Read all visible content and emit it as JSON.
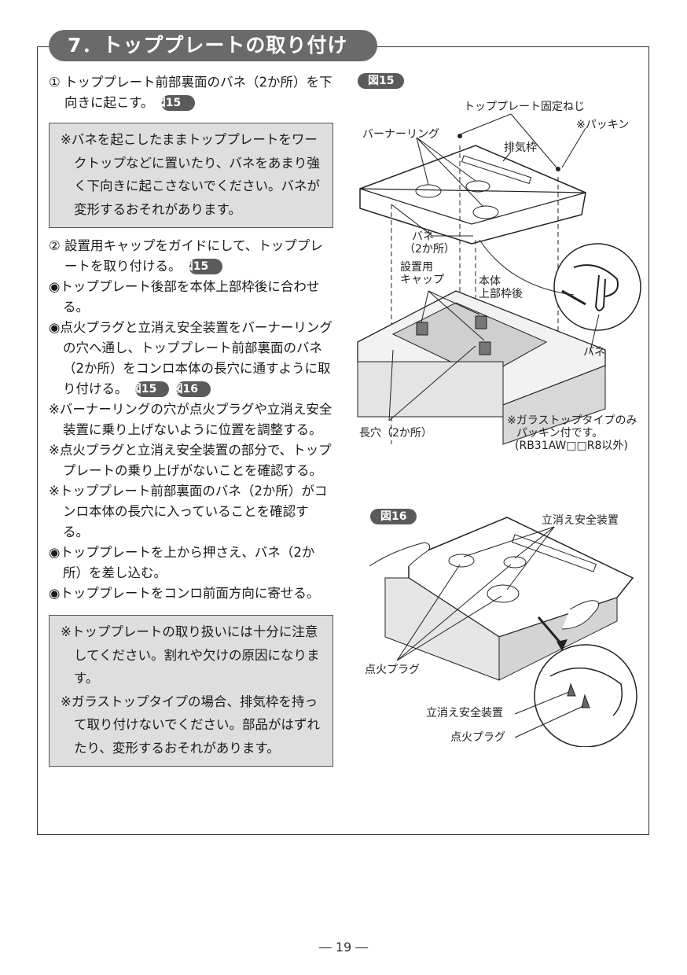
{
  "section": {
    "title": "7．トッププレートの取り付け"
  },
  "steps": {
    "step1": {
      "num": "①",
      "text": "トッププレート前部裏面のバネ（2か所）を下向きに起こす。",
      "fig": "図15"
    },
    "note1": "※バネを起こしたままトッププレートをワークトップなどに置いたり、バネをあまり強く下向きに起こさないでください。バネが変形するおそれがあります。",
    "step2": {
      "num": "②",
      "text": "設置用キャップをガイドにして、トッププレートを取り付ける。",
      "fig": "図15"
    },
    "bullets": [
      {
        "text": "◉トッププレート後部を本体上部枠後に合わせる。"
      },
      {
        "text": "◉点火プラグと立消え安全装置をバーナーリングの穴へ通し、トッププレート前部裏面のバネ（2か所）をコンロ本体の長穴に通すように取り付ける。",
        "figs": [
          "図15",
          "図16"
        ]
      },
      {
        "text": "※バーナーリングの穴が点火プラグや立消え安全装置に乗り上げないように位置を調整する。"
      },
      {
        "text": "※点火プラグと立消え安全装置の部分で、トッププレートの乗り上げがないことを確認する。"
      },
      {
        "text": "※トッププレート前部裏面のバネ（2か所）がコンロ本体の長穴に入っていることを確認する。"
      },
      {
        "text": "◉トッププレートを上から押さえ、バネ（2か所）を差し込む。"
      },
      {
        "text": "◉トッププレートをコンロ前面方向に寄せる。"
      }
    ],
    "note2": [
      "※トッププレートの取り扱いには十分に注意してください。割れや欠けの原因になります。",
      "※ガラストップタイプの場合、排気枠を持って取り付けないでください。部品がはずれたり、変形するおそれがあります。"
    ]
  },
  "figure15": {
    "label": "図15",
    "screw": "トッププレート固定ねじ",
    "packing": "※パッキン",
    "burner_ring": "バーナーリング",
    "exhaust": "排気枠",
    "spring_top": "バネ",
    "spring_top_count": "（2か所）",
    "cap_line1": "設置用",
    "cap_line2": "キャップ",
    "body_line1": "本体",
    "body_line2": "上部枠後",
    "spring_detail": "バネ",
    "slot": "長穴（2か所）",
    "glass_note_1": "※ガラストップタイプのみ",
    "glass_note_2": "パッキン付です。",
    "glass_note_3": "(RB31AW□□R8以外)"
  },
  "figure16": {
    "label": "図16",
    "safety_top": "立消え安全装置",
    "ignition_left": "点火プラグ",
    "safety_detail": "立消え安全装置",
    "ignition_detail": "点火プラグ"
  },
  "page": {
    "number": "― 19 ―"
  }
}
